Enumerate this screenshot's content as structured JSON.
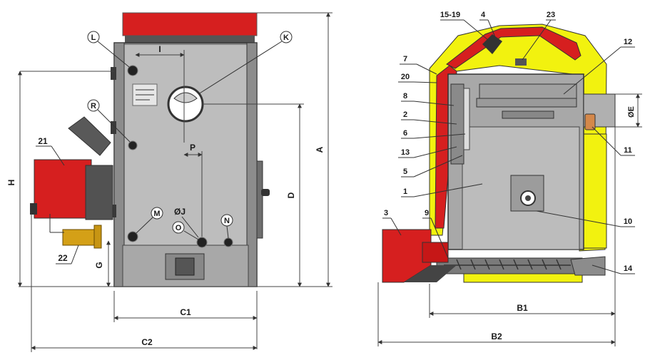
{
  "front_view": {
    "dimensions": {
      "A": "A",
      "H": "H",
      "D": "D",
      "G": "G",
      "C1": "C1",
      "C2": "C2",
      "I": "I",
      "P": "P",
      "J": "ØJ"
    },
    "connections": {
      "L": "L",
      "K": "K",
      "R": "R",
      "M": "M",
      "O": "O",
      "N": "N"
    },
    "callouts": {
      "burner": "21",
      "valve": "22"
    }
  },
  "side_view": {
    "dimensions": {
      "B1": "B1",
      "B2": "B2",
      "E": "ØE"
    },
    "callouts": [
      "15-19",
      "4",
      "23",
      "7",
      "20",
      "8",
      "2",
      "6",
      "13",
      "5",
      "1",
      "12",
      "11",
      "10",
      "3",
      "9",
      "14"
    ]
  },
  "colors": {
    "casing": "#a3a3a3",
    "red": "#d61f1f",
    "yellow": "#f2f20f",
    "dark": "#4d4d4d"
  }
}
